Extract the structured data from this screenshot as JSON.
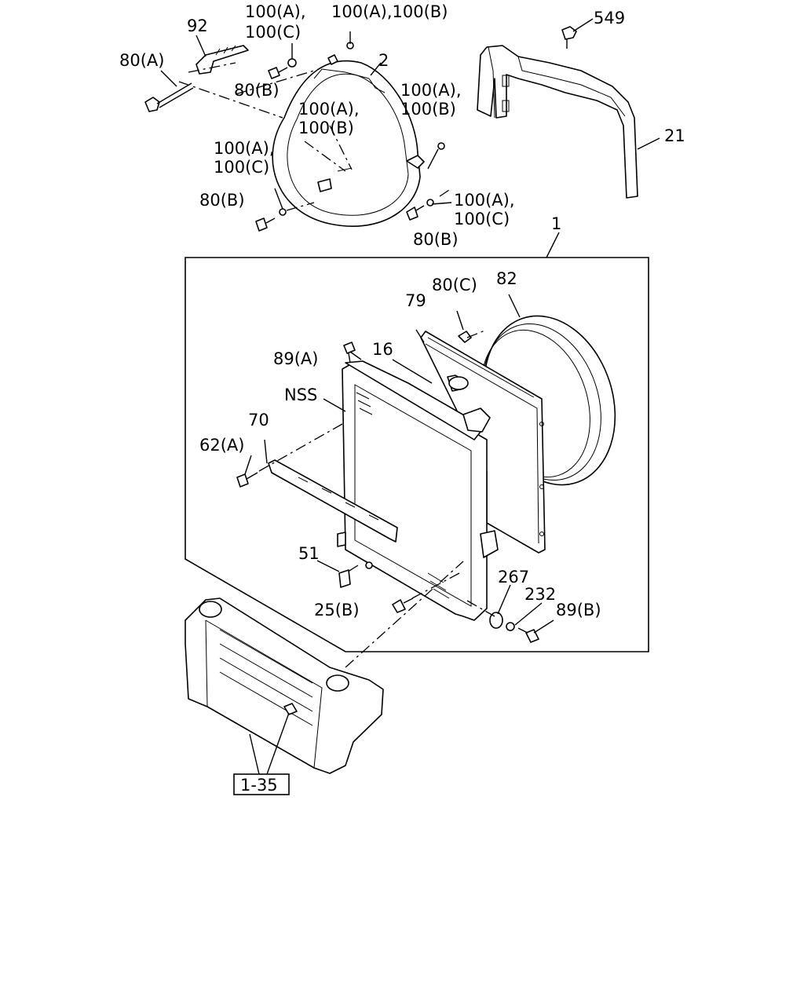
{
  "callouts": {
    "p92": "92",
    "p100a_top": "100(A),",
    "p100a_100b_top": "100(A),100(B)",
    "p100c_top": "100(C)",
    "p549": "549",
    "p80a": "80(A)",
    "p2": "2",
    "p80b_top": "80(B)",
    "p100a_mid": "100(A),",
    "p100b_mid": "100(B)",
    "p100a_right": "100(A),",
    "p100b_right": "100(B)",
    "p21": "21",
    "p100a_left": "100(A),",
    "p100c_left": "100(C)",
    "p80b_left": "80(B)",
    "p100a_low": "100(A),",
    "p100c_low": "100(C)",
    "p80b_low": "80(B)",
    "p1": "1",
    "p80c": "80(C)",
    "p82": "82",
    "p79": "79",
    "p89a": "89(A)",
    "p16": "16",
    "pnss": "NSS",
    "p70": "70",
    "p62a": "62(A)",
    "p51": "51",
    "p267": "267",
    "p232": "232",
    "p89b": "89(B)",
    "p25b": "25(B)",
    "ref135": "1-35"
  }
}
